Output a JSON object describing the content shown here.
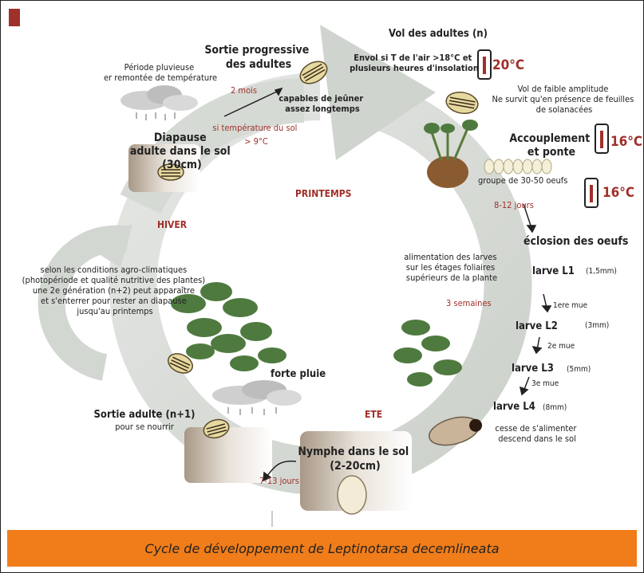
{
  "stages": {
    "diapause": [
      "Diapause",
      "adulte dans le sol",
      "(30cm)"
    ],
    "sortie_progressive": [
      "Sortie progressive",
      "des adultes"
    ],
    "capables": [
      "capables de jeûner",
      "assez longtemps"
    ],
    "vol_title": "Vol des adultes (n)",
    "envol": [
      "Envol si T de l'air >18°C et",
      "plusieurs heures d'insolation"
    ],
    "vol_faible": [
      "Vol de faible amplitude",
      "Ne survit qu'en présence de feuilles",
      "de solanacées"
    ],
    "accouplement": [
      "Accouplement",
      "et ponte"
    ],
    "groupe_oeufs": "groupe de 30-50 oeufs",
    "eclosion": "éclosion des oeufs",
    "alimentation": [
      "alimentation des larves",
      "sur les étages foliaires",
      "supérieurs de la plante"
    ],
    "larves": [
      {
        "label": "larve L1",
        "size": "(1,5mm)"
      },
      {
        "label": "larve L2",
        "size": "(3mm)"
      },
      {
        "label": "larve L3",
        "size": "(5mm)"
      },
      {
        "label": "larve L4",
        "size": "(8mm)"
      }
    ],
    "mues": [
      "1ere mue",
      "2e mue",
      "3e mue"
    ],
    "cesse": [
      "cesse de s'alimenter",
      "descend dans le sol"
    ],
    "nymphe": [
      "Nymphe dans le sol",
      "(2-20cm)"
    ],
    "sortie_adulte": [
      "Sortie adulte (n+1)",
      "pour se nourrir"
    ],
    "forte_pluie": "forte pluie",
    "periode_pluvieuse": [
      "Période pluvieuse",
      "er remontée de température"
    ],
    "selon": [
      "selon les conditions agro-climatiques",
      "(photopériode et qualité nutritive des plantes)",
      "une 2e génération (n+2) peut apparaître",
      "et s'enterrer pour rester an diapause",
      "jusqu'au printemps"
    ]
  },
  "seasons": {
    "hiver": "HIVER",
    "printemps": "PRINTEMPS",
    "ete": "ETE"
  },
  "durations": {
    "deux_mois": "2 mois",
    "si_temp": [
      "si température du sol",
      "> 9°C"
    ],
    "huit_douze": "8-12 jours",
    "trois_semaines": "3 semaines",
    "sept_treize": "7-13 jours"
  },
  "temperatures": {
    "t1": "20°C",
    "t2": "16°C",
    "t3": "16°C"
  },
  "colors": {
    "ring": "#d9ddd8",
    "accent_red": "#a0302a",
    "caption_bg": "#f07d1a",
    "foliage": "#4f7a3f"
  },
  "caption": "Cycle de développement de Leptinotarsa decemlineata"
}
